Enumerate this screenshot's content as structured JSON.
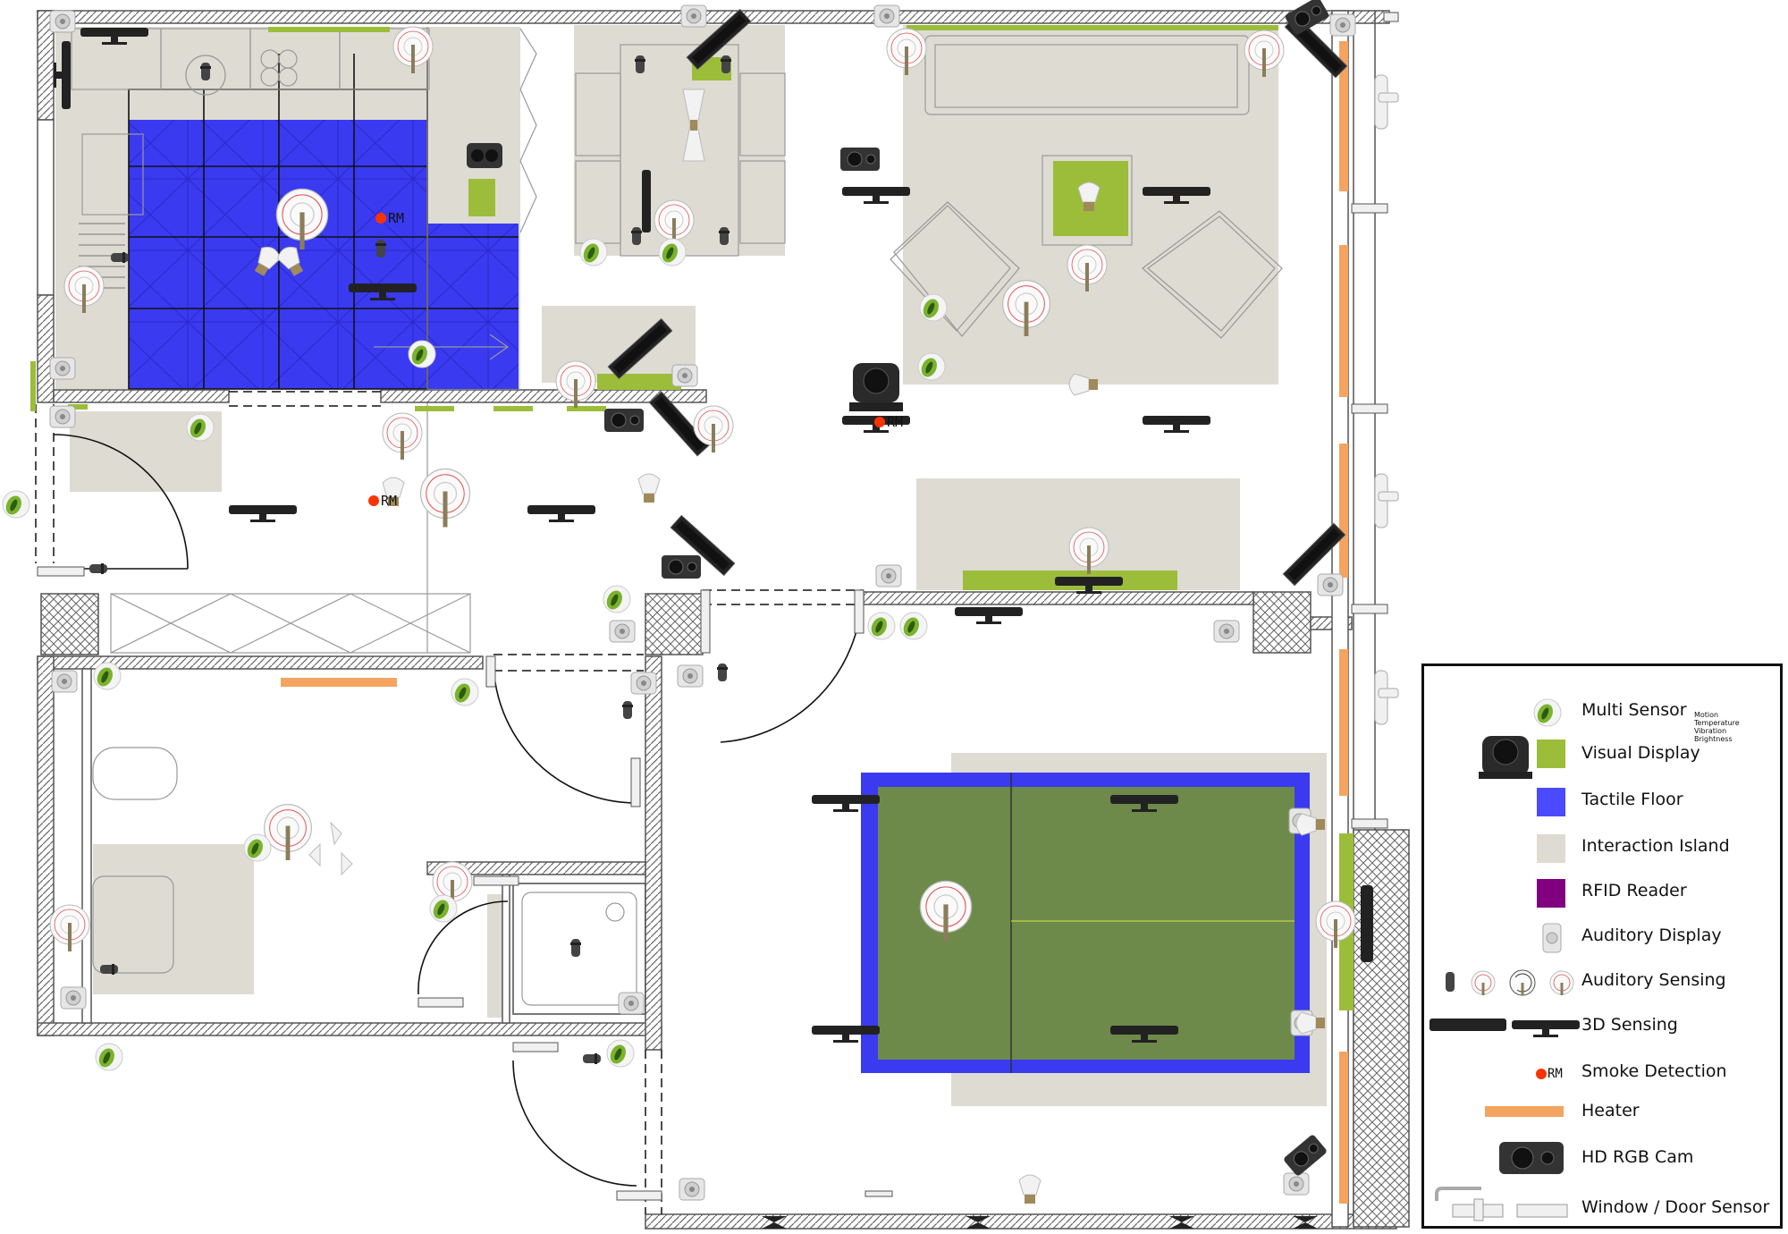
{
  "plan": {
    "smoke_markers": [
      {
        "label": "RM"
      },
      {
        "label": "RM"
      },
      {
        "label": "RM"
      }
    ]
  },
  "legend": {
    "items": [
      {
        "label": "Multi Sensor",
        "icon": "multi-sensor-icon",
        "sublines": [
          "Motion",
          "Temperature",
          "Vibration",
          "Brightness"
        ]
      },
      {
        "label": "Visual Display",
        "icon": "visual-display-swatch",
        "color": "#9cbd3a"
      },
      {
        "label": "Tactile Floor",
        "icon": "tactile-floor-swatch",
        "color": "#4a4aff"
      },
      {
        "label": "Interaction Island",
        "icon": "interaction-island-swatch",
        "color": "#dedbd3"
      },
      {
        "label": "RFID Reader",
        "icon": "rfid-reader-swatch",
        "color": "#800080"
      },
      {
        "label": "Auditory Display",
        "icon": "speaker-icon"
      },
      {
        "label": "Auditory Sensing",
        "icon": "microphone-icon"
      },
      {
        "label": "3D Sensing",
        "icon": "depth-camera-icon"
      },
      {
        "label": "Smoke Detection",
        "icon": "smoke-detector-icon",
        "marker": "RM",
        "color": "#ff3300"
      },
      {
        "label": "Heater",
        "icon": "heater-icon",
        "color": "#f4a460"
      },
      {
        "label": "HD RGB Cam",
        "icon": "hd-camera-icon"
      },
      {
        "label": "Window / Door Sensor",
        "icon": "window-door-sensor-icon"
      }
    ]
  },
  "colors": {
    "tactile_floor": "#3a3af0",
    "interaction_island": "#dedbd3",
    "visual_display": "#9cbd3a",
    "heater": "#f4a460",
    "smoke": "#ff3300",
    "wall": "#555555"
  }
}
